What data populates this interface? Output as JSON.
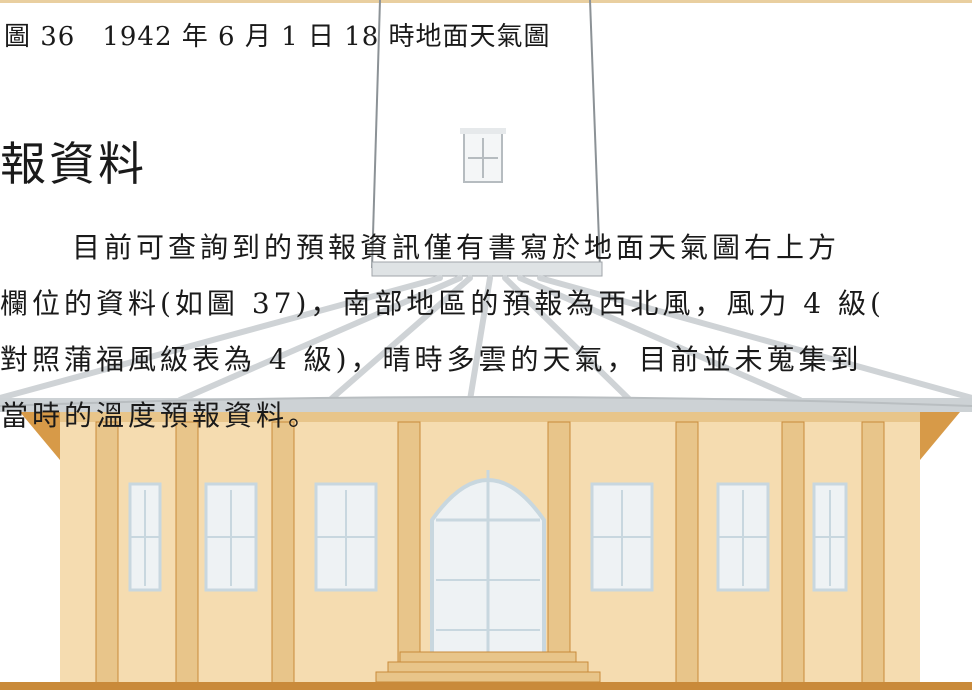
{
  "figure": {
    "caption": "圖 36　1942 年 6 月 1 日 18 時地面天氣圖"
  },
  "section": {
    "heading": "報資料"
  },
  "body_text": {
    "lines": [
      "目前可查詢到的預報資訊僅有書寫於地面天氣圖右上方",
      "欄位的資料(如圖 37)，南部地區的預報為西北風，風力 4 級(",
      "對照蒲福風級表為 4 級)，晴時多雲的天氣，目前並未蒐集到",
      "當時的溫度預報資料。"
    ]
  },
  "colors": {
    "building_fill": "#f5dcb0",
    "building_trim": "#c98a3a",
    "window_glass": "#c8d7df",
    "tower_outline": "#9aa0a4",
    "roof_grey": "#d4d8da"
  }
}
